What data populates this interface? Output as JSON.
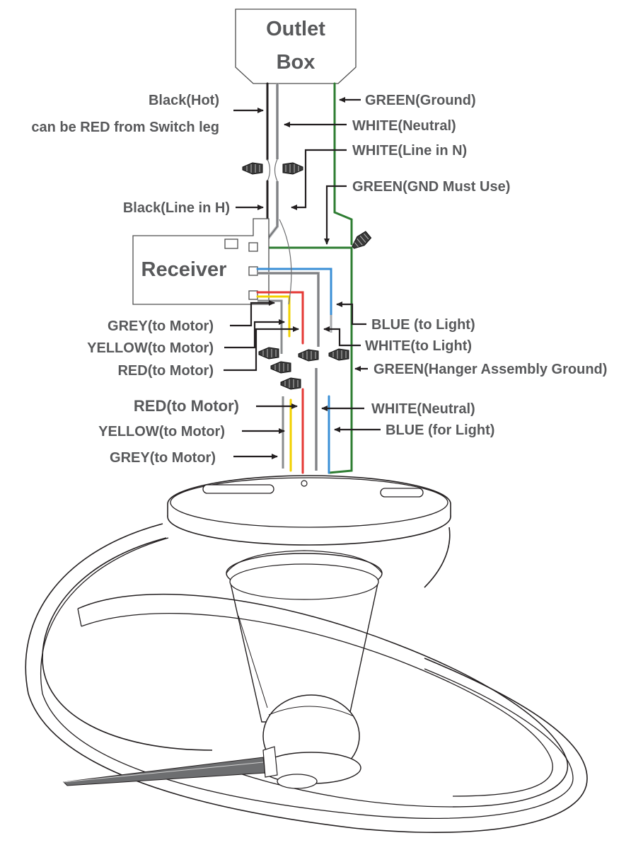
{
  "outlet_box": {
    "line1": "Outlet",
    "line2": "Box"
  },
  "receiver": {
    "label": "Receiver"
  },
  "labels": {
    "black_hot": "Black(Hot)",
    "black_hot_note": "can be RED from Switch leg",
    "green_ground": "GREEN(Ground)",
    "white_neutral_top": "WHITE(Neutral)",
    "white_line_n": "WHITE(Line in N)",
    "green_gnd_must_use": "GREEN(GND Must Use)",
    "black_line_h": "Black(Line in H)",
    "grey_to_motor_1": "GREY(to Motor)",
    "yellow_to_motor_1": "YELLOW(to Motor)",
    "red_to_motor_1": "RED(to Motor)",
    "blue_to_light": "BLUE (to Light)",
    "white_to_light": "WHITE(to Light)",
    "green_hanger": "GREEN(Hanger Assembly Ground)",
    "red_to_motor_2": "RED(to Motor)",
    "yellow_to_motor_2": "YELLOW(to Motor)",
    "grey_to_motor_2": "GREY(to Motor)",
    "white_neutral_bottom": "WHITE(Neutral)",
    "blue_for_light": "BLUE (for Light)"
  },
  "colors": {
    "black": "#231f20",
    "white_wire": "#a7a9ac",
    "green": "#2e7d32",
    "blue": "#3a8fd6",
    "red": "#e53935",
    "yellow": "#f2d100",
    "grey": "#8a8c8e",
    "label": "#58595b"
  }
}
